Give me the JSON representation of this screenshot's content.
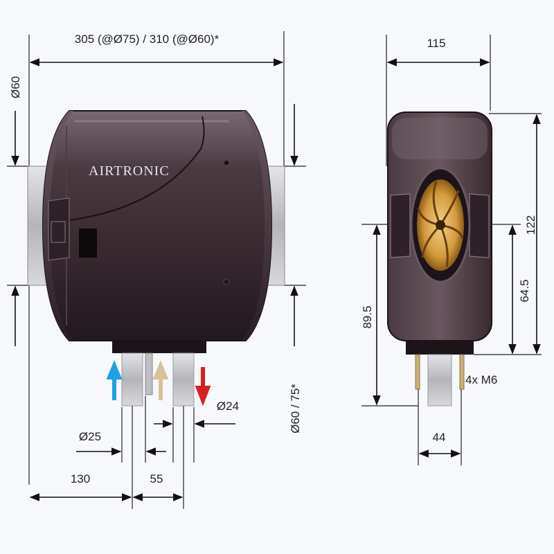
{
  "brand_label": "AIRTRONIC",
  "dimensions": {
    "overall_length": "305 (@Ø75) / 310 (@Ø60)*",
    "left_diameter": "Ø60",
    "right_diameter": "Ø60 / 75*",
    "d25": "Ø25",
    "d24": "Ø24",
    "left_offset": "130",
    "port_spacing": "55",
    "width": "115",
    "height": "122",
    "center_height": "89.5",
    "inner_height": "64.5",
    "bolt_spacing": "44",
    "bolts": "4x M6"
  },
  "colors": {
    "body": "#3a2b31",
    "body_highlight": "#6d5a61",
    "fan": "#d39a3c",
    "arrow_blue": "#1ea0e6",
    "arrow_beige": "#d8c29a",
    "arrow_red": "#d62020"
  }
}
